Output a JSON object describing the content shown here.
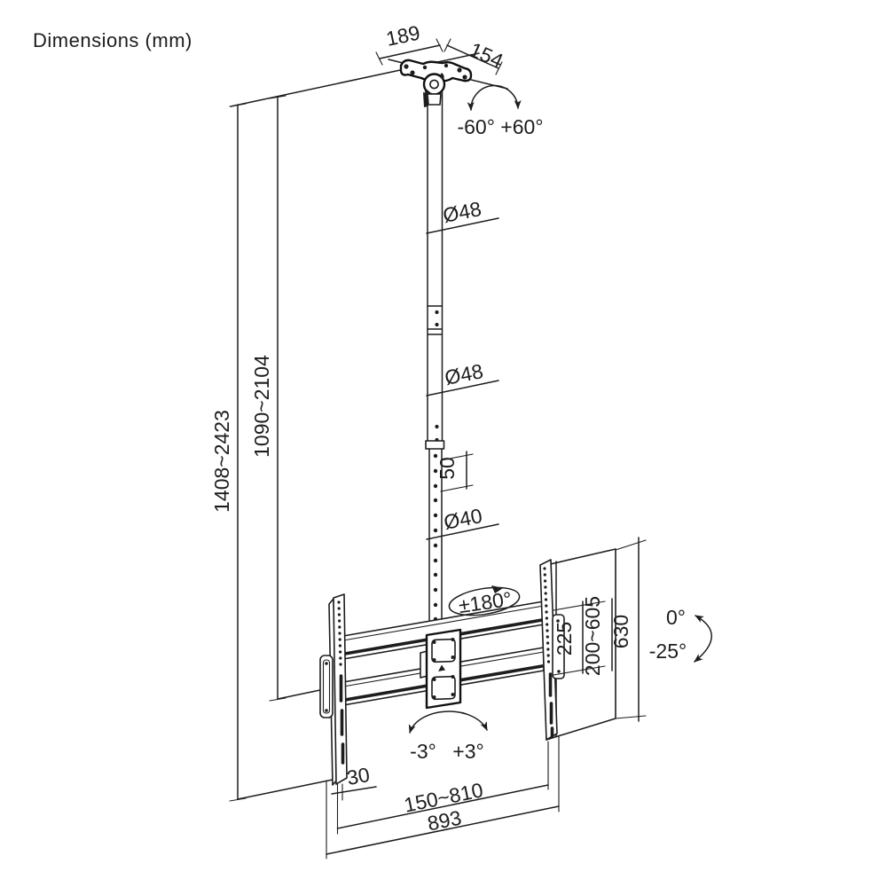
{
  "title": "Dimensions (mm)",
  "labels": {
    "plate_width": "189",
    "plate_depth": "154",
    "swivel_range": "-60° +60°",
    "pole_dia_upper": "Ø48",
    "pole_dia_mid": "Ø48",
    "hole_spacing": "50",
    "pole_dia_lower": "Ø40",
    "height_total": "1408~2423",
    "height_pole": "1090~2104",
    "rotate_range": "±180°",
    "vesa_vertical": "225",
    "bracket_height_range": "200~605",
    "panel_height": "630",
    "tilt_zero": "0°",
    "tilt_down": "-25°",
    "level_minus": "-3°",
    "level_plus": "+3°",
    "bracket_offset": "30",
    "width_range": "150~810",
    "bracket_width": "893"
  },
  "colors": {
    "line": "#1d1d1d",
    "background": "#ffffff"
  }
}
